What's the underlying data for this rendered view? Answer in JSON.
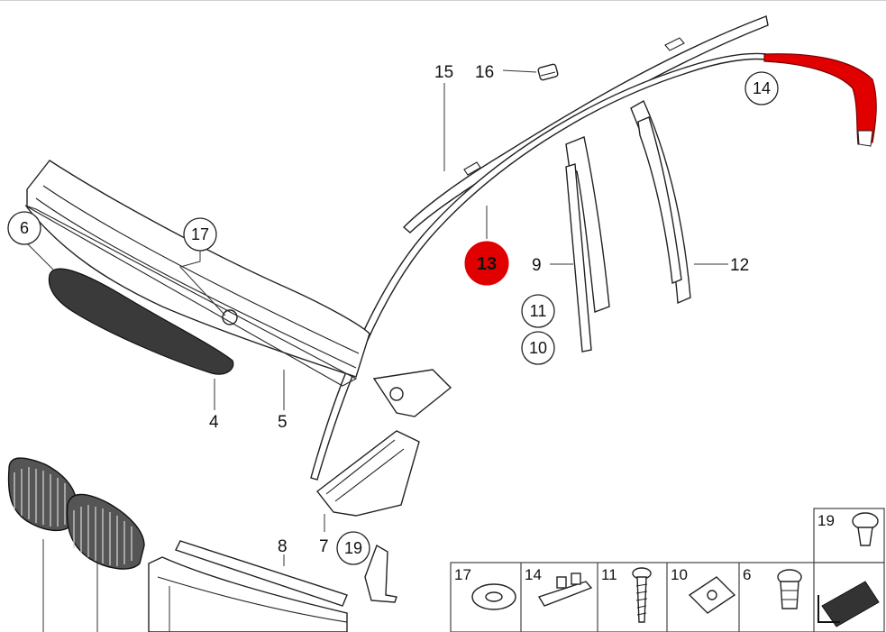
{
  "diagram": {
    "highlight_color": "#e00000",
    "part_numbers": {
      "p15": "15",
      "p16": "16",
      "p14": "14",
      "p13": "13",
      "p9": "9",
      "p12": "12",
      "p11": "11",
      "p10": "10",
      "p6": "6",
      "p17": "17",
      "p4": "4",
      "p5": "5",
      "p8": "8",
      "p7": "7",
      "p19": "19"
    },
    "legend_boxes": {
      "b17": "17",
      "b14": "14",
      "b11": "11",
      "b10": "10",
      "b6": "6",
      "b19": "19"
    }
  }
}
